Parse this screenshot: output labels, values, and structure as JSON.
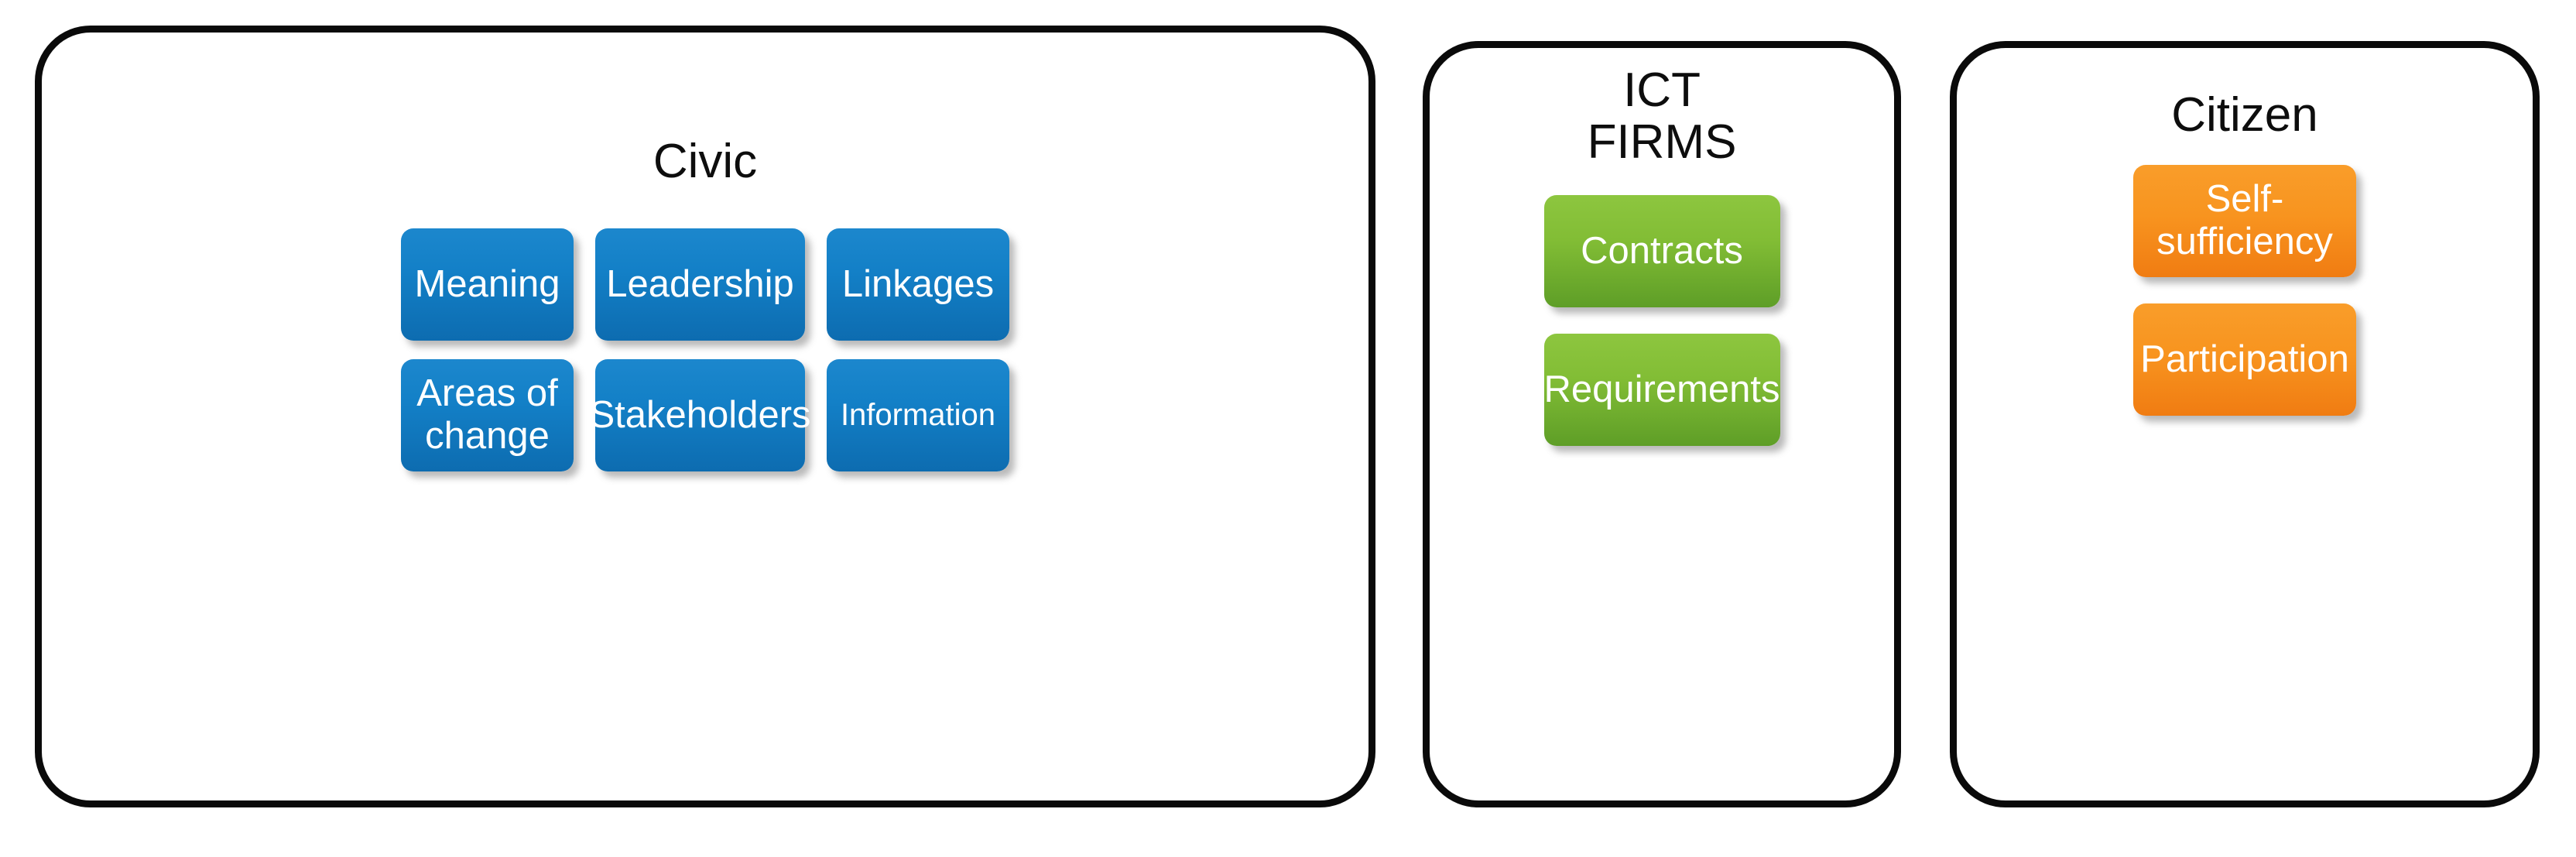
{
  "diagram": {
    "background_color": "#ffffff",
    "groups": [
      {
        "id": "civic",
        "title": "Civic",
        "accent_color": "#1279c5",
        "tiles": [
          {
            "label": "Meaning",
            "color": "blue"
          },
          {
            "label": "Leadership",
            "color": "blue"
          },
          {
            "label": "Linkages",
            "color": "blue"
          },
          {
            "label": "Areas of\nchange",
            "color": "blue"
          },
          {
            "label": "Stakeholders",
            "color": "blue"
          },
          {
            "label": "Information",
            "color": "blue"
          }
        ]
      },
      {
        "id": "ict",
        "title": "ICT\nFIRMS",
        "accent_color": "#82bd35",
        "tiles": [
          {
            "label": "Contracts",
            "color": "green"
          },
          {
            "label": "Requirements",
            "color": "green"
          }
        ]
      },
      {
        "id": "citizen",
        "title": "Citizen",
        "accent_color": "#f8941f",
        "tiles": [
          {
            "label": "Self-\nsufficiency",
            "color": "orange"
          },
          {
            "label": "Participation",
            "color": "orange"
          }
        ]
      }
    ]
  }
}
